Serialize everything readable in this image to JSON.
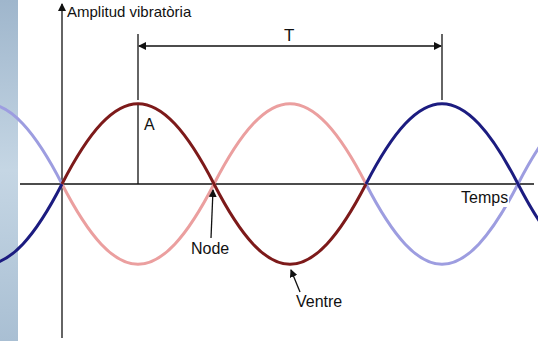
{
  "diagram": {
    "labels": [
      "Amplitud vibratòria",
      "T",
      "A",
      "Temps",
      "Node",
      "Ventre"
    ]
  }
}
